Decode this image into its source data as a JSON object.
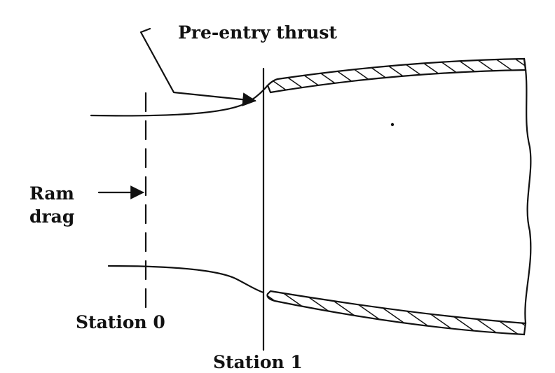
{
  "labels": {
    "pre_entry_thrust": "Pre-entry thrust",
    "ram": "Ram",
    "drag": "drag",
    "station_0": "Station 0",
    "station_1": "Station 1"
  }
}
